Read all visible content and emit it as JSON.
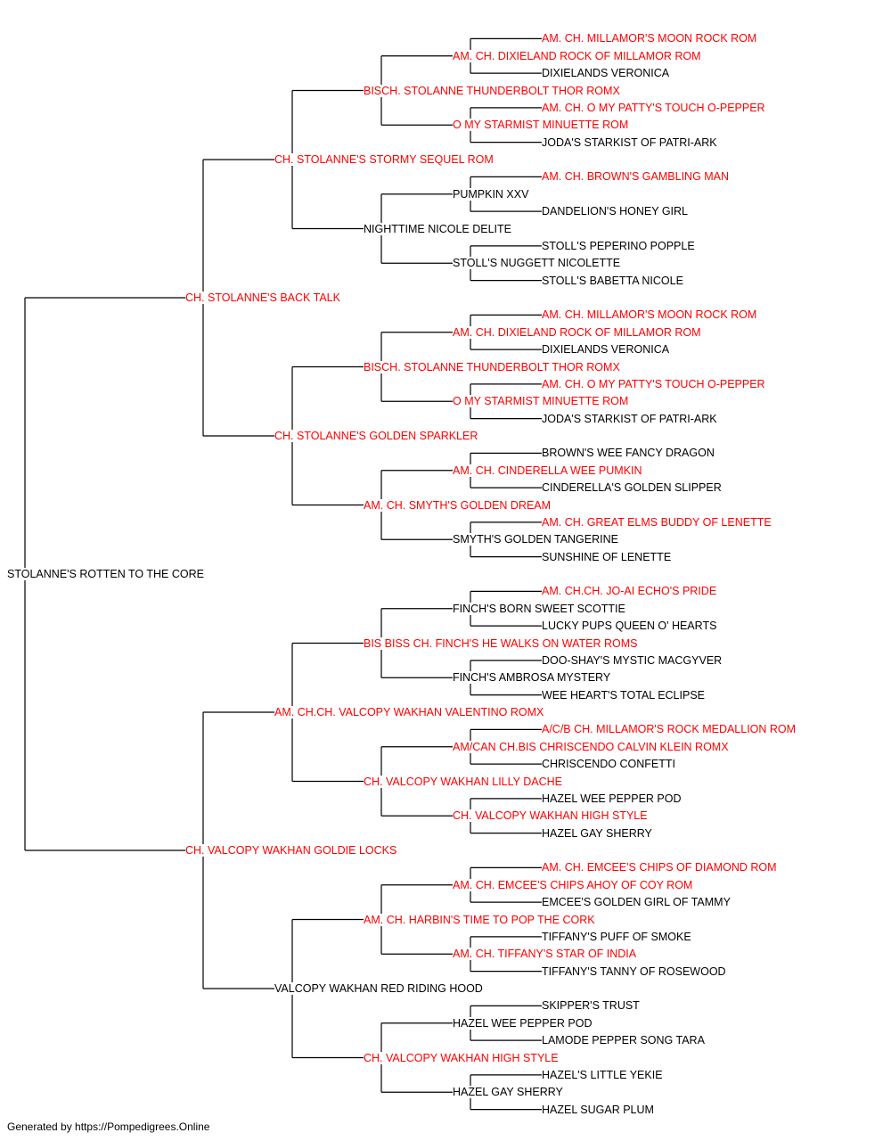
{
  "colors": {
    "champion": "#ff0000",
    "regular": "#000000",
    "connector": "#000000"
  },
  "pedigree": {
    "name": "STOLANNE'S ROTTEN TO THE CORE",
    "champion": false,
    "sire": {
      "name": "CH. STOLANNE'S BACK TALK",
      "champion": true,
      "sire": {
        "name": "CH. STOLANNE'S STORMY SEQUEL ROM",
        "champion": true,
        "sire": {
          "name": "BISCH. STOLANNE THUNDERBOLT THOR ROMX",
          "champion": true,
          "sire": {
            "name": "AM. CH. DIXIELAND ROCK OF MILLAMOR ROM",
            "champion": true,
            "sire": {
              "name": "AM. CH. MILLAMOR'S MOON ROCK ROM",
              "champion": true
            },
            "dam": {
              "name": "DIXIELANDS VERONICA",
              "champion": false
            }
          },
          "dam": {
            "name": "O MY STARMIST MINUETTE ROM",
            "champion": true,
            "sire": {
              "name": "AM. CH. O MY PATTY'S TOUCH O-PEPPER",
              "champion": true
            },
            "dam": {
              "name": "JODA'S STARKIST OF PATRI-ARK",
              "champion": false
            }
          }
        },
        "dam": {
          "name": "NIGHTTIME NICOLE DELITE",
          "champion": false,
          "sire": {
            "name": "PUMPKIN XXV",
            "champion": false,
            "sire": {
              "name": "AM. CH. BROWN'S GAMBLING MAN",
              "champion": true
            },
            "dam": {
              "name": "DANDELION'S HONEY GIRL",
              "champion": false
            }
          },
          "dam": {
            "name": "STOLL'S NUGGETT NICOLETTE",
            "champion": false,
            "sire": {
              "name": "STOLL'S PEPERINO POPPLE",
              "champion": false
            },
            "dam": {
              "name": "STOLL'S BABETTA NICOLE",
              "champion": false
            }
          }
        }
      },
      "dam": {
        "name": "CH. STOLANNE'S GOLDEN SPARKLER",
        "champion": true,
        "sire": {
          "name": "BISCH. STOLANNE THUNDERBOLT THOR ROMX",
          "champion": true,
          "sire": {
            "name": "AM. CH. DIXIELAND ROCK OF MILLAMOR ROM",
            "champion": true,
            "sire": {
              "name": "AM. CH. MILLAMOR'S MOON ROCK ROM",
              "champion": true
            },
            "dam": {
              "name": "DIXIELANDS VERONICA",
              "champion": false
            }
          },
          "dam": {
            "name": "O MY STARMIST MINUETTE ROM",
            "champion": true,
            "sire": {
              "name": "AM. CH. O MY PATTY'S TOUCH O-PEPPER",
              "champion": true
            },
            "dam": {
              "name": "JODA'S STARKIST OF PATRI-ARK",
              "champion": false
            }
          }
        },
        "dam": {
          "name": "AM. CH. SMYTH'S GOLDEN DREAM",
          "champion": true,
          "sire": {
            "name": "AM. CH. CINDERELLA WEE PUMKIN",
            "champion": true,
            "sire": {
              "name": "BROWN'S WEE FANCY DRAGON",
              "champion": false
            },
            "dam": {
              "name": "CINDERELLA'S GOLDEN SLIPPER",
              "champion": false
            }
          },
          "dam": {
            "name": "SMYTH'S GOLDEN TANGERINE",
            "champion": false,
            "sire": {
              "name": "AM. CH. GREAT ELMS BUDDY OF LENETTE",
              "champion": true
            },
            "dam": {
              "name": "SUNSHINE OF LENETTE",
              "champion": false
            }
          }
        }
      }
    },
    "dam": {
      "name": "CH. VALCOPY WAKHAN GOLDIE LOCKS",
      "champion": true,
      "sire": {
        "name": "AM. CH.CH. VALCOPY WAKHAN VALENTINO ROMX",
        "champion": true,
        "sire": {
          "name": "BIS BISS CH. FINCH'S HE WALKS ON WATER ROMS",
          "champion": true,
          "sire": {
            "name": "FINCH'S BORN SWEET SCOTTIE",
            "champion": false,
            "sire": {
              "name": "AM. CH.CH. JO-AI ECHO'S PRIDE",
              "champion": true
            },
            "dam": {
              "name": "LUCKY PUPS QUEEN O' HEARTS",
              "champion": false
            }
          },
          "dam": {
            "name": "FINCH'S AMBROSA MYSTERY",
            "champion": false,
            "sire": {
              "name": "DOO-SHAY'S MYSTIC MACGYVER",
              "champion": false
            },
            "dam": {
              "name": "WEE HEART'S TOTAL ECLIPSE",
              "champion": false
            }
          }
        },
        "dam": {
          "name": "CH. VALCOPY WAKHAN LILLY DACHE",
          "champion": true,
          "sire": {
            "name": "AM/CAN CH.BIS CHRISCENDO CALVIN KLEIN ROMX",
            "champion": true,
            "sire": {
              "name": "A/C/B CH. MILLAMOR'S ROCK MEDALLION ROM",
              "champion": true
            },
            "dam": {
              "name": "CHRISCENDO CONFETTI",
              "champion": false
            }
          },
          "dam": {
            "name": "CH. VALCOPY WAKHAN HIGH STYLE",
            "champion": true,
            "sire": {
              "name": "HAZEL WEE PEPPER POD",
              "champion": false
            },
            "dam": {
              "name": "HAZEL GAY SHERRY",
              "champion": false
            }
          }
        }
      },
      "dam": {
        "name": "VALCOPY WAKHAN RED RIDING HOOD",
        "champion": false,
        "sire": {
          "name": "AM. CH. HARBIN'S TIME TO POP THE CORK",
          "champion": true,
          "sire": {
            "name": "AM. CH. EMCEE'S CHIPS AHOY OF COY ROM",
            "champion": true,
            "sire": {
              "name": "AM. CH. EMCEE'S CHIPS OF DIAMOND ROM",
              "champion": true
            },
            "dam": {
              "name": "EMCEE'S GOLDEN GIRL OF TAMMY",
              "champion": false
            }
          },
          "dam": {
            "name": "AM. CH. TIFFANY'S STAR OF INDIA",
            "champion": true,
            "sire": {
              "name": "TIFFANY'S PUFF OF SMOKE",
              "champion": false
            },
            "dam": {
              "name": "TIFFANY'S TANNY OF ROSEWOOD",
              "champion": false
            }
          }
        },
        "dam": {
          "name": "CH. VALCOPY WAKHAN HIGH STYLE",
          "champion": true,
          "sire": {
            "name": "HAZEL WEE PEPPER POD",
            "champion": false,
            "sire": {
              "name": "SKIPPER'S TRUST",
              "champion": false
            },
            "dam": {
              "name": "LAMODE PEPPER SONG TARA",
              "champion": false
            }
          },
          "dam": {
            "name": "HAZEL GAY SHERRY",
            "champion": false,
            "sire": {
              "name": "HAZEL'S LITTLE YEKIE",
              "champion": false
            },
            "dam": {
              "name": "HAZEL SUGAR PLUM",
              "champion": false
            }
          }
        }
      }
    }
  },
  "footer": "Generated by https://Pompedigrees.Online"
}
